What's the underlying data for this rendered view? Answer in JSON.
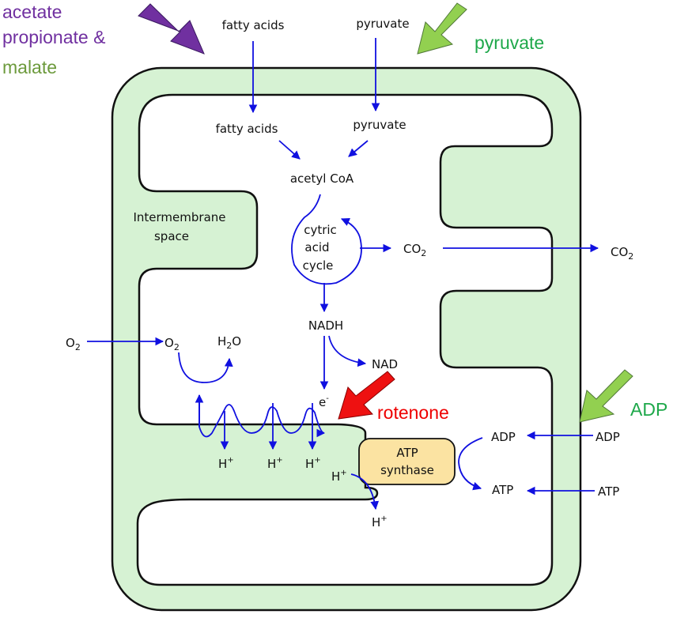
{
  "colors": {
    "membrane_fill": "#d6f2d3",
    "outline": "#111111",
    "arrow_blue": "#1010e0",
    "purple": "#7030a0",
    "olive": "#6c9a3c",
    "green": "#1ea84a",
    "red": "#ee0000",
    "atp_synthase_fill": "#fbe3a2"
  },
  "callouts": {
    "acetate_line1": "acetate",
    "acetate_line2": "propionate &",
    "acetate_line3": "malate",
    "pyruvate": "pyruvate",
    "adp": "ADP",
    "rotenone": "rotenone"
  },
  "labels": {
    "fatty_acids_outside": "fatty acids",
    "pyruvate_outside": "pyruvate",
    "fatty_acids_inside": "fatty acids",
    "pyruvate_inside": "pyruvate",
    "acetyl_coa": "acetyl CoA",
    "intermembrane_1": "Intermembrane",
    "intermembrane_2": "space",
    "cycle_1": "cytric",
    "cycle_2": "acid",
    "cycle_3": "cycle",
    "co2_inner": "CO",
    "co2_outer": "CO",
    "co2_sub": "2",
    "nadh": "NADH",
    "nad": "NAD",
    "o2_outside": "O",
    "o2_inside": "O",
    "o2_sub": "2",
    "h2o_h": "H",
    "h2o_sub": "2",
    "h2o_o": "O",
    "electron": "e",
    "electron_sup": "-",
    "proton": "H",
    "proton_sup": "+",
    "atp_synthase_1": "ATP",
    "atp_synthase_2": "synthase",
    "adp_inner": "ADP",
    "adp_outer": "ADP",
    "atp_inner": "ATP",
    "atp_outer": "ATP"
  }
}
